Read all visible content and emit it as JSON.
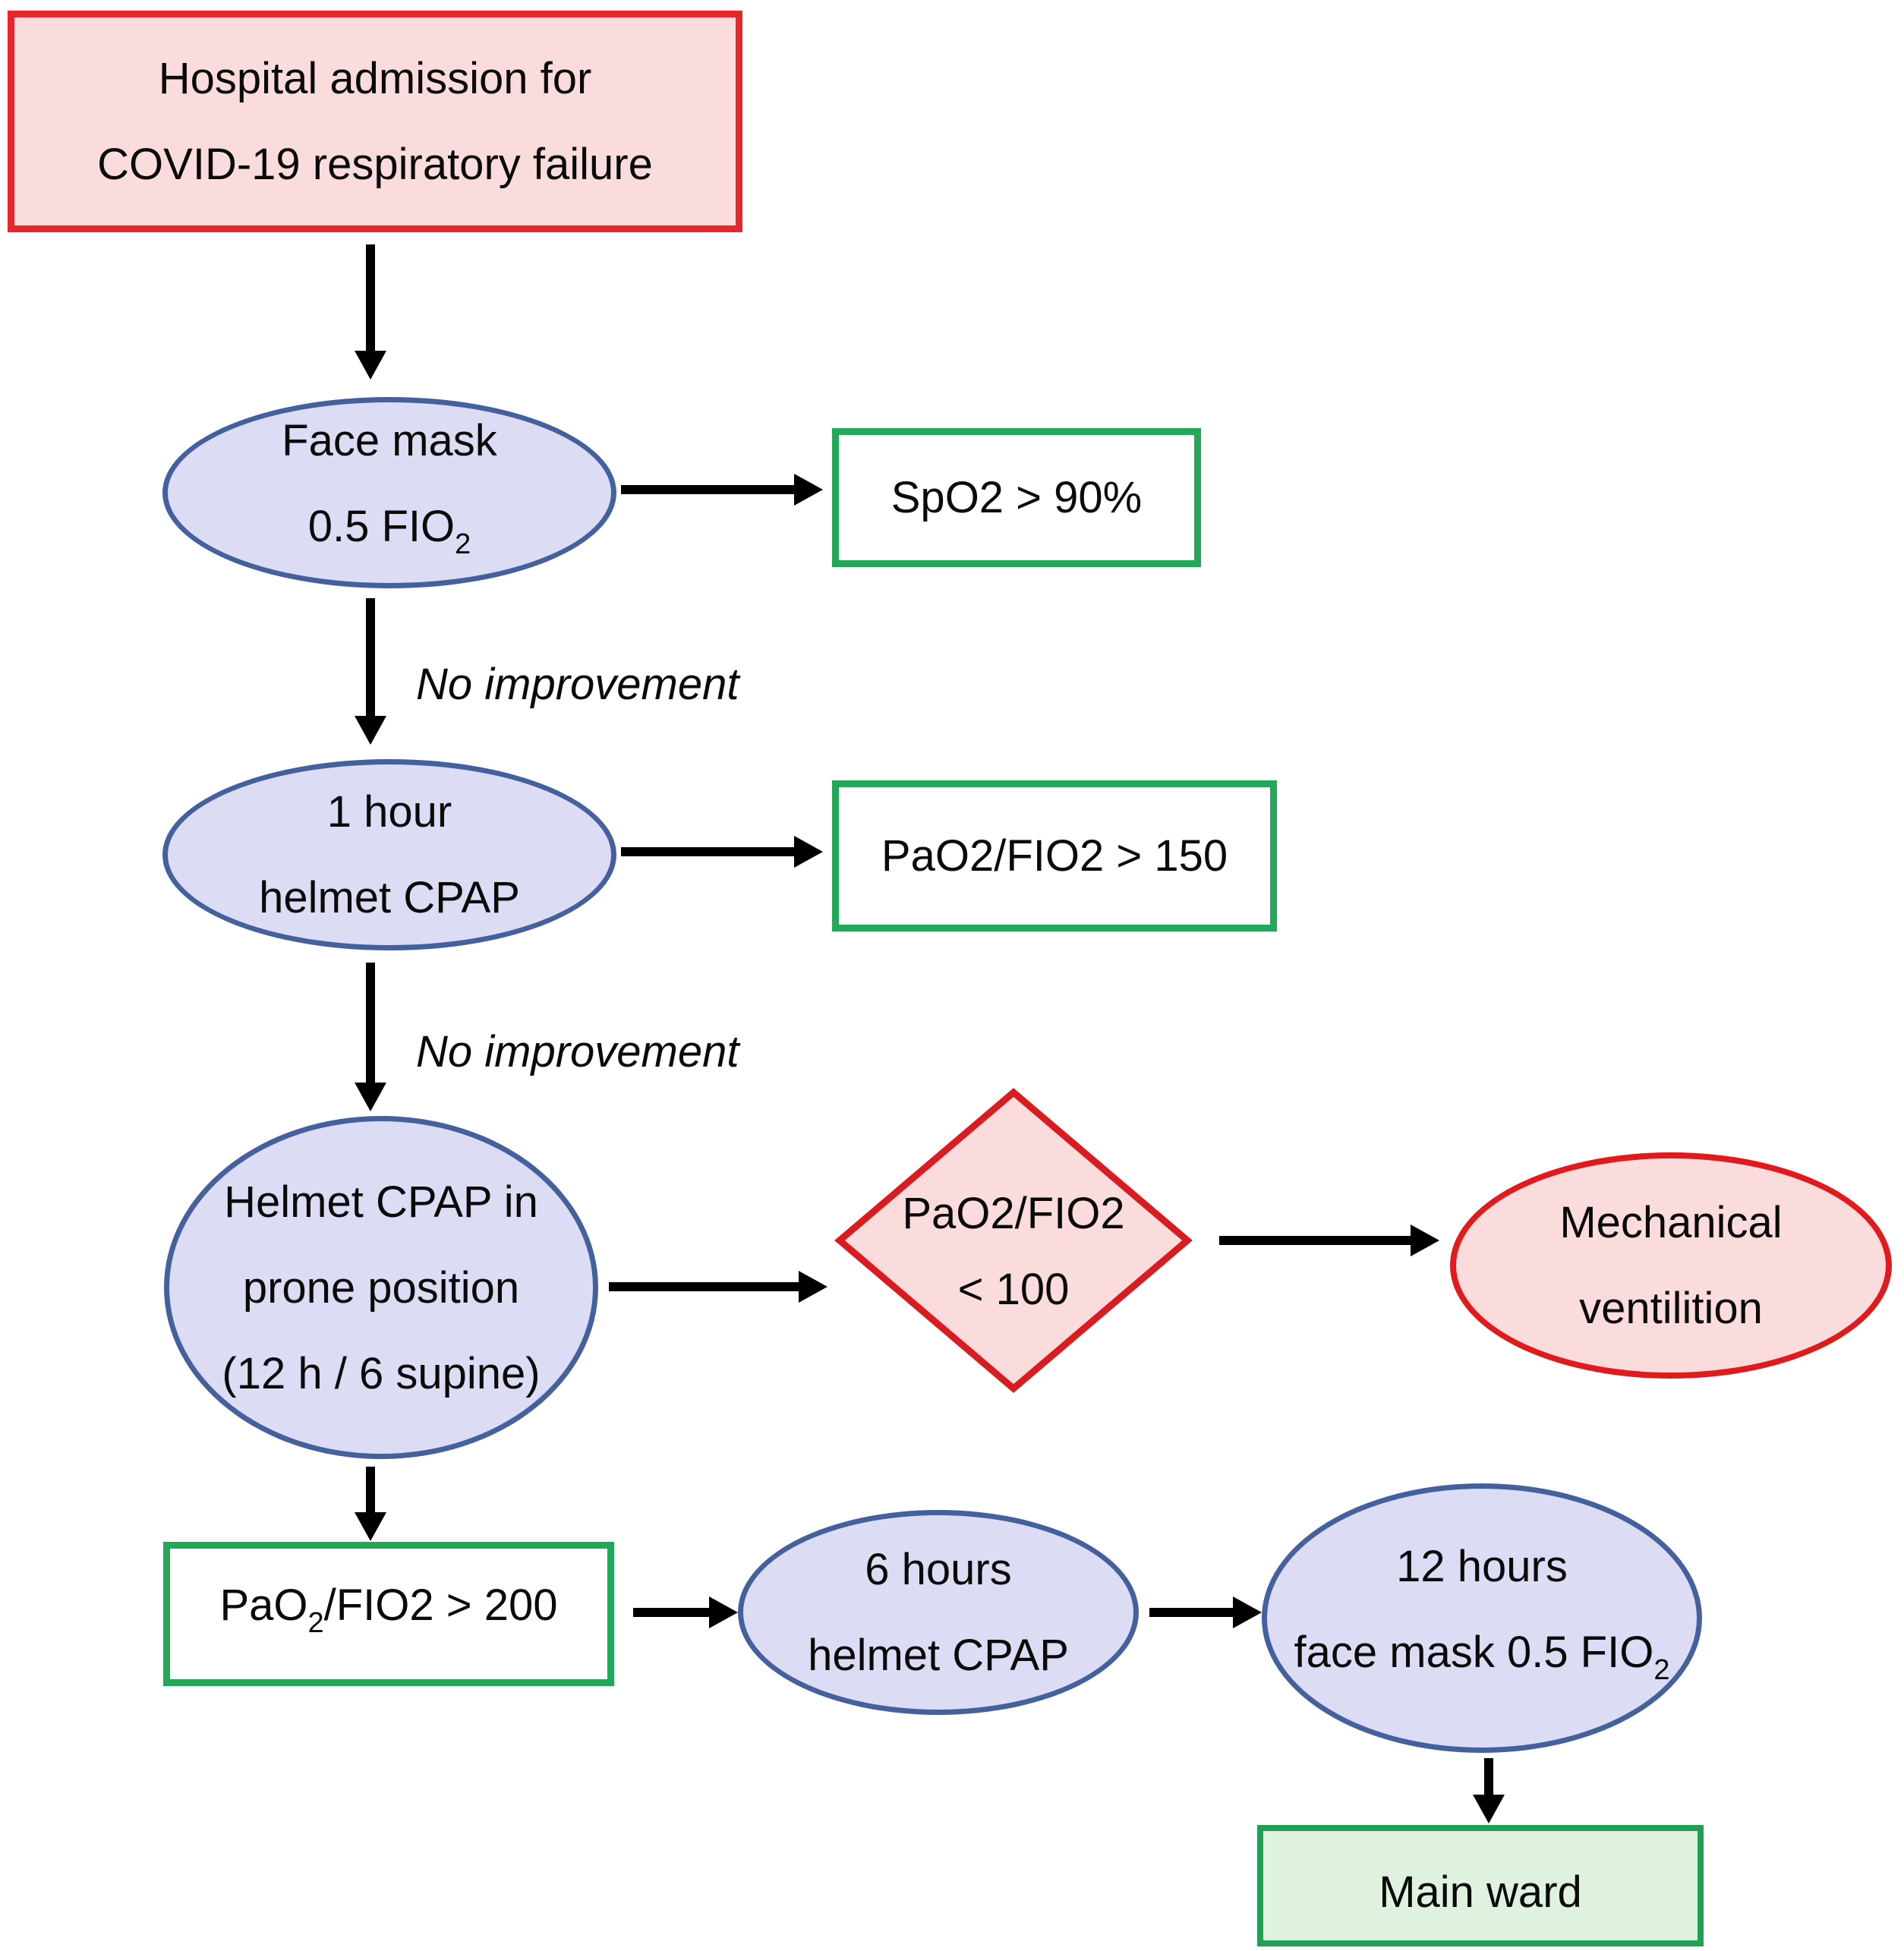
{
  "figure": {
    "description": "Flowchart of helmet CPAP treatment pathway for COVID-19 respiratory failure",
    "colors": {
      "pink_fill": "#fbdcdd",
      "red_border": "#e8272c",
      "diamond_border": "#d91c20",
      "mech_border": "#e01a1d",
      "blue_fill": "#dcdcf4",
      "blue_border": "#44609d",
      "green_border": "#22a858",
      "green_fill": "#dff2e0",
      "mainward_border": "#21a055",
      "arrow": "#000000",
      "text": "#0a0a0a"
    },
    "nodes": {
      "admission": {
        "line1": "Hospital admission for",
        "line2": "COVID-19 respiratory failure"
      },
      "facemask": {
        "line1": "Face mask",
        "line2_main": "0.5 FIO",
        "line2_sub": "2"
      },
      "spo2": {
        "label": "SpO2 > 90%"
      },
      "cpap1h": {
        "line1": "1 hour",
        "line2": "helmet CPAP"
      },
      "pao150": {
        "label": "PaO2/FIO2 > 150"
      },
      "prone": {
        "line1": "Helmet CPAP in",
        "line2": "prone position",
        "line3": "(12 h / 6 supine)"
      },
      "pao100": {
        "line1": "PaO2/FIO2",
        "line2": "< 100"
      },
      "mechvent": {
        "line1": "Mechanical",
        "line2": "ventilition"
      },
      "pao200": {
        "part1": "PaO",
        "part1_sub": "2",
        "part2": "/FIO2 > 200"
      },
      "cpap6h": {
        "line1": "6 hours",
        "line2": "helmet CPAP"
      },
      "facemask12": {
        "line1": "12 hours",
        "line2_main": "face mask 0.5 FIO",
        "line2_sub": "2"
      },
      "mainward": {
        "label": "Main ward"
      }
    },
    "edge_labels": {
      "no_improvement_1": "No improvement",
      "no_improvement_2": "No improvement"
    }
  }
}
